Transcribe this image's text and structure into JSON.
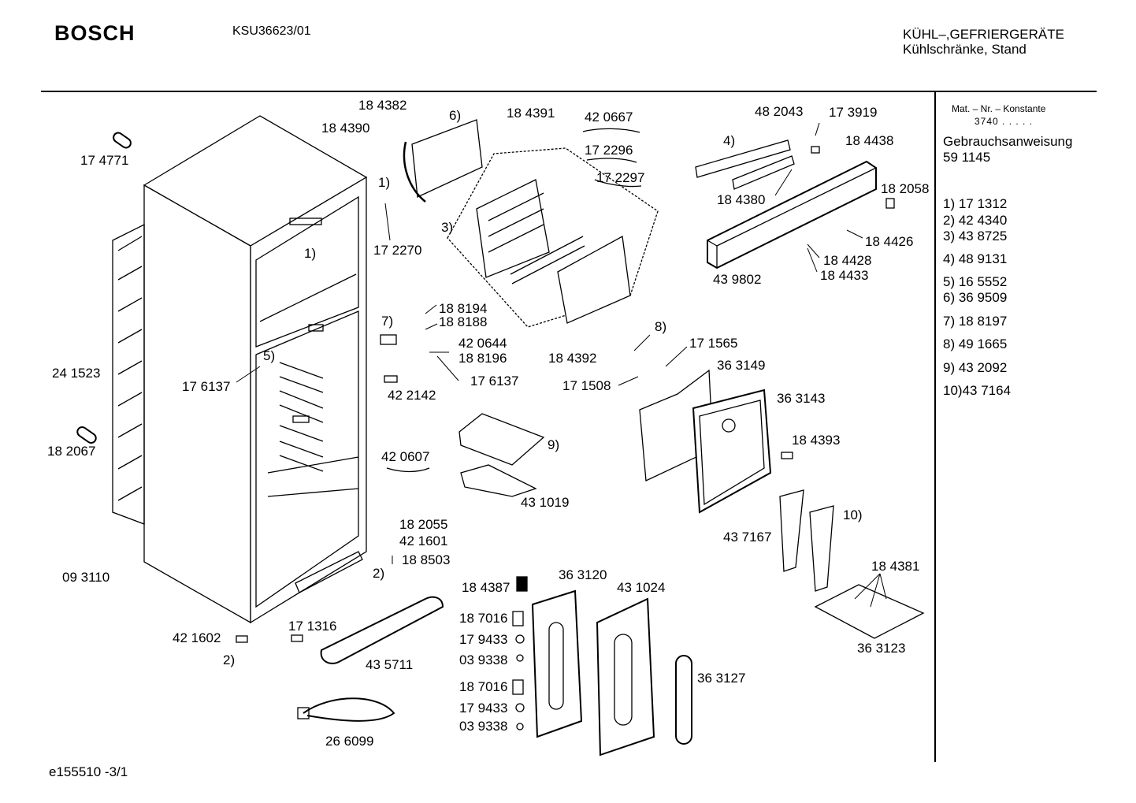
{
  "header": {
    "brand": "BOSCH",
    "model": "KSU36623/01",
    "category": "KÜHL–,GEFRIERGERÄTE",
    "subcategory": "Kühlschränke, Stand"
  },
  "footer": {
    "code": "e155510 -3/1"
  },
  "sidebar": {
    "mat_header": "Mat. – Nr. – Konstante",
    "mat_value": "3740 . . . . .",
    "manual_label": "Gebrauchsanweisung",
    "manual_number": "59 1145",
    "refs": [
      "1) 17 1312",
      "2) 42 4340",
      "3) 43 8725",
      "4) 48 9131",
      "5) 16 5552",
      "6) 36 9509",
      "7) 18 8197",
      "8) 49 1665",
      "9) 43 2092",
      "10)43 7164"
    ]
  },
  "parts": {
    "p184382": "18 4382",
    "p184390": "18 4390",
    "p6": "6)",
    "p184391": "18 4391",
    "p420667": "42 0667",
    "p172296": "17 2296",
    "p172297": "17 2297",
    "p482043": "48 2043",
    "p173919": "17 3919",
    "p4": "4)",
    "p184438": "18 4438",
    "p184380": "18 4380",
    "p182058": "18 2058",
    "p184426": "18 4426",
    "p184428": "18 4428",
    "p184433": "18 4433",
    "p439802": "43 9802",
    "p174771": "17 4771",
    "p1a": "1)",
    "p172270": "17 2270",
    "p3": "3)",
    "p1b": "1)",
    "p241523": "24 1523",
    "p188194": "18 8194",
    "p188188": "18 8188",
    "p7": "7)",
    "p420644": "42 0644",
    "p188196": "18 8196",
    "p176137a": "17 6137",
    "p5": "5)",
    "p176137b": "17 6137",
    "p422142": "42 2142",
    "p184392": "18 4392",
    "p8": "8)",
    "p171565": "17 1565",
    "p363149": "36 3149",
    "p171508": "17 1508",
    "p363143": "36 3143",
    "p182067": "18 2067",
    "p9": "9)",
    "p184393": "18 4393",
    "p420607": "42 0607",
    "p431019": "43 1019",
    "p10": "10)",
    "p437167": "43 7167",
    "p182055": "18 2055",
    "p421601": "42 1601",
    "p188503": "18 8503",
    "p184381": "18 4381",
    "p093110": "09 3110",
    "p2a": "2)",
    "p363120": "36 3120",
    "p431024": "43 1024",
    "p184387": "18 4387",
    "p187016a": "18 7016",
    "p179433a": "17 9433",
    "p039338a": "03 9338",
    "p171316": "17 1316",
    "p421602": "42 1602",
    "p2b": "2)",
    "p435711": "43 5711",
    "p363123": "36 3123",
    "p363127": "36 3127",
    "p187016b": "18 7016",
    "p179433b": "17 9433",
    "p039338b": "03 9338",
    "p266099": "26 6099"
  }
}
